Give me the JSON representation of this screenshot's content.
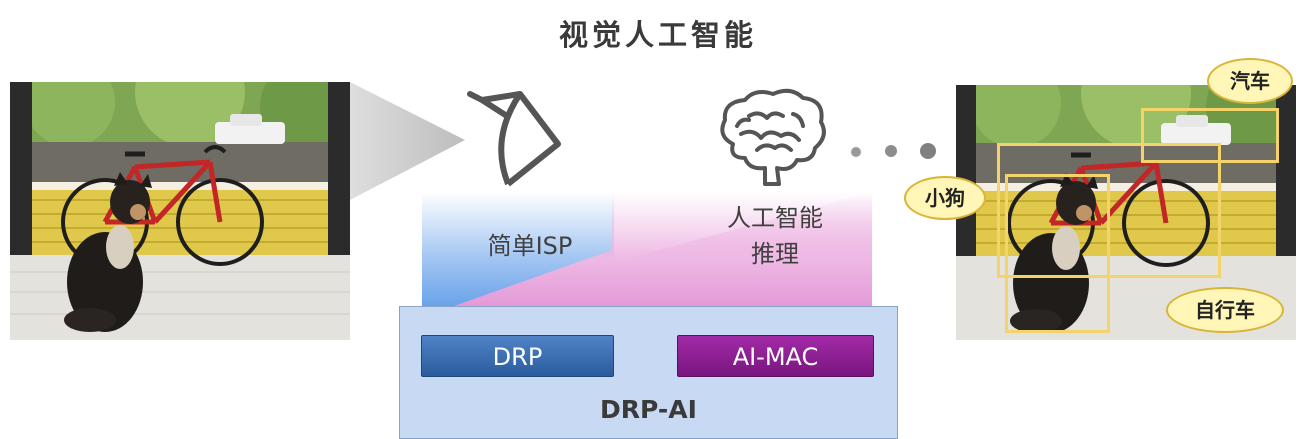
{
  "title": "视觉人工智能",
  "processing": {
    "isp_label": "简单ISP",
    "ai_label_line1": "人工智能",
    "ai_label_line2": "推理"
  },
  "hardware": {
    "drp_chip": "DRP",
    "mac_chip": "AI-MAC",
    "block_label": "DRP-AI"
  },
  "detections": {
    "car": "汽车",
    "dog": "小狗",
    "bicycle": "自行车"
  },
  "colors": {
    "isp_gradient": "#6aa3ea",
    "ai_gradient": "#e39ad7",
    "drp_chip": "#2b5d9e",
    "mac_chip": "#7a1680",
    "detection_box": "#f3d36a",
    "callout_fill": "#fff6b8"
  },
  "icons": [
    "camera-icon",
    "brain-icon"
  ]
}
